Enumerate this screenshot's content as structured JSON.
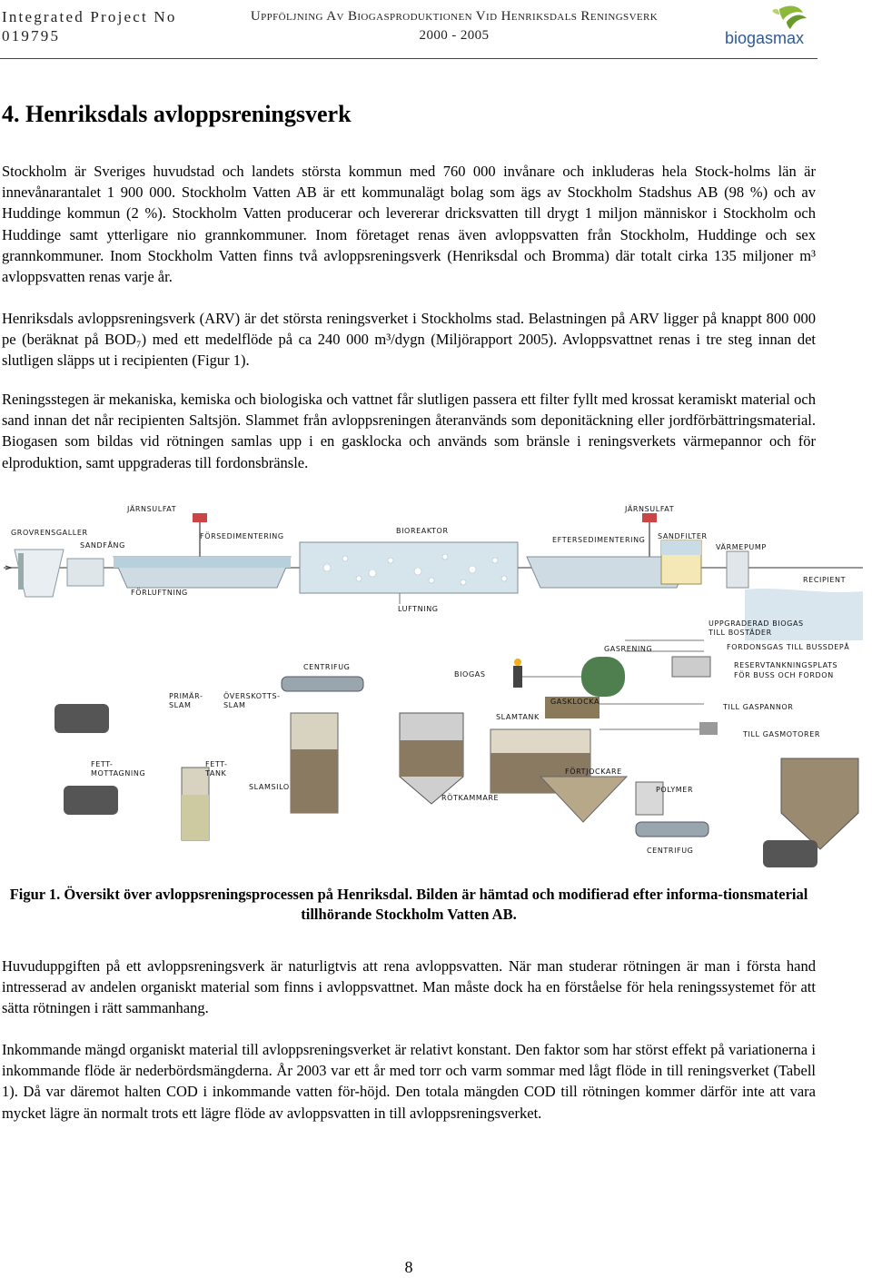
{
  "header": {
    "project_label": "Integrated Project No",
    "project_number": "019795",
    "title": "Uppföljning Av Biogasproduktionen Vid Henriksdals Reningsverk",
    "years": "2000 - 2005",
    "logo_text": "biogasmax"
  },
  "section": {
    "heading": "4. Henriksdals avloppsreningsverk"
  },
  "paragraphs": [
    "Stockholm är Sveriges huvudstad och landets största kommun med 760 000 invånare och inkluderas hela Stock-holms län är innevånarantalet 1 900 000. Stockholm Vatten AB är ett kommunalägt bolag som ägs av Stockholm Stadshus AB (98 %) och av Huddinge kommun (2 %). Stockholm Vatten producerar och levererar dricksvatten till drygt 1 miljon människor i Stockholm och Huddinge samt ytterligare nio grannkommuner. Inom företaget renas även avloppsvatten från Stockholm, Huddinge och sex grannkommuner. Inom Stockholm Vatten finns två avloppsreningsverk (Henriksdal och Bromma) där totalt cirka 135 miljoner m³ avloppsvatten renas varje år.",
    "Henriksdals avloppsreningsverk (ARV) är det största reningsverket i Stockholms stad. Belastningen på ARV ligger på knappt 800 000 pe (beräknat på BOD₇) med ett medelflöde på ca 240 000 m³/dygn (Miljörapport 2005). Avloppsvattnet renas i tre steg innan det slutligen släpps ut i recipienten (Figur 1).",
    "Reningsstegen är mekaniska, kemiska och biologiska och vattnet får slutligen passera ett filter fyllt med krossat keramiskt material och sand innan det når recipienten Saltsjön. Slammet från avloppsreningen återanvänds som deponitäckning eller jordförbättringsmaterial. Biogasen som bildas vid rötningen samlas upp i en gasklocka och används som bränsle i reningsverkets värmepannor och för elproduktion, samt uppgraderas till fordonsbränsle.",
    "Huvuduppgiften på ett avloppsreningsverk är naturligtvis att rena avloppsvatten. När man studerar rötningen är man i första hand intresserad av andelen organiskt material som finns i avloppsvattnet. Man måste dock ha en förståelse för hela reningssystemet för att sätta rötningen i rätt sammanhang.",
    "Inkommande mängd organiskt material till avloppsreningsverket är relativt konstant. Den faktor som har störst effekt på variationerna i inkommande flöde är nederbördsmängderna. År 2003 var ett år med torr och varm sommar med lågt flöde in till reningsverket (Tabell 1). Då var däremot halten COD i inkommande vatten för-höjd. Den totala mängden COD till rötningen kommer därför inte att vara mycket lägre än normalt trots ett lägre flöde av avloppsvatten in till avloppsreningsverket."
  ],
  "figure": {
    "caption": "Figur 1. Översikt över avloppsreningsprocessen på Henriksdal. Bilden är hämtad och modifierad efter informa-tionsmaterial tillhörande Stockholm Vatten AB.",
    "labels": {
      "jarnsulfat_1": "JÄRNSULFAT",
      "jarnsulfat_2": "JÄRNSULFAT",
      "grovrensgaller": "GROVRENSGALLER",
      "sandfang": "SANDFÅNG",
      "forsedimentering": "FÖRSEDIMENTERING",
      "bioreaktor": "BIOREAKTOR",
      "eftersedimentering": "EFTERSEDIMENTERING",
      "sandfilter": "SANDFILTER",
      "varmepump": "VÄRMEPUMP",
      "recipient": "RECIPIENT",
      "forluftning": "FÖRLUFTNING",
      "luftning": "LUFTNING",
      "uppgraderad_biogas": "UPPGRADERAD BIOGAS",
      "till_bostader": "TILL BOSTÄDER",
      "gasrening": "GASRENING",
      "fordonsgas": "FORDONSGAS TILL BUSSDEPÅ",
      "reservtankning": "RESERVTANKNINGSPLATS",
      "for_buss": "FÖR BUSS OCH FORDON",
      "centrifug_1": "CENTRIFUG",
      "biogas": "BIOGAS",
      "primarslam_1": "PRIMÄR-",
      "primarslam_2": "SLAM",
      "overskottsslam_1": "ÖVERSKOTTS-",
      "overskottsslam_2": "SLAM",
      "gasklocka": "GASKLOCKA",
      "till_gaspannor": "TILL GASPANNOR",
      "slamtank": "SLAMTANK",
      "till_gasmotorer": "TILL GASMOTORER",
      "fettmottagning_1": "FETT-",
      "fettmottagning_2": "MOTTAGNING",
      "fettank_1": "FETT-",
      "fettank_2": "TANK",
      "fortjockare": "FÖRTJOCKARE",
      "slamsilo": "SLAMSILO",
      "polymer": "POLYMER",
      "rotkammare": "RÖTKAMMARE",
      "centrifug_2": "CENTRIFUG"
    }
  },
  "page_number": "8"
}
